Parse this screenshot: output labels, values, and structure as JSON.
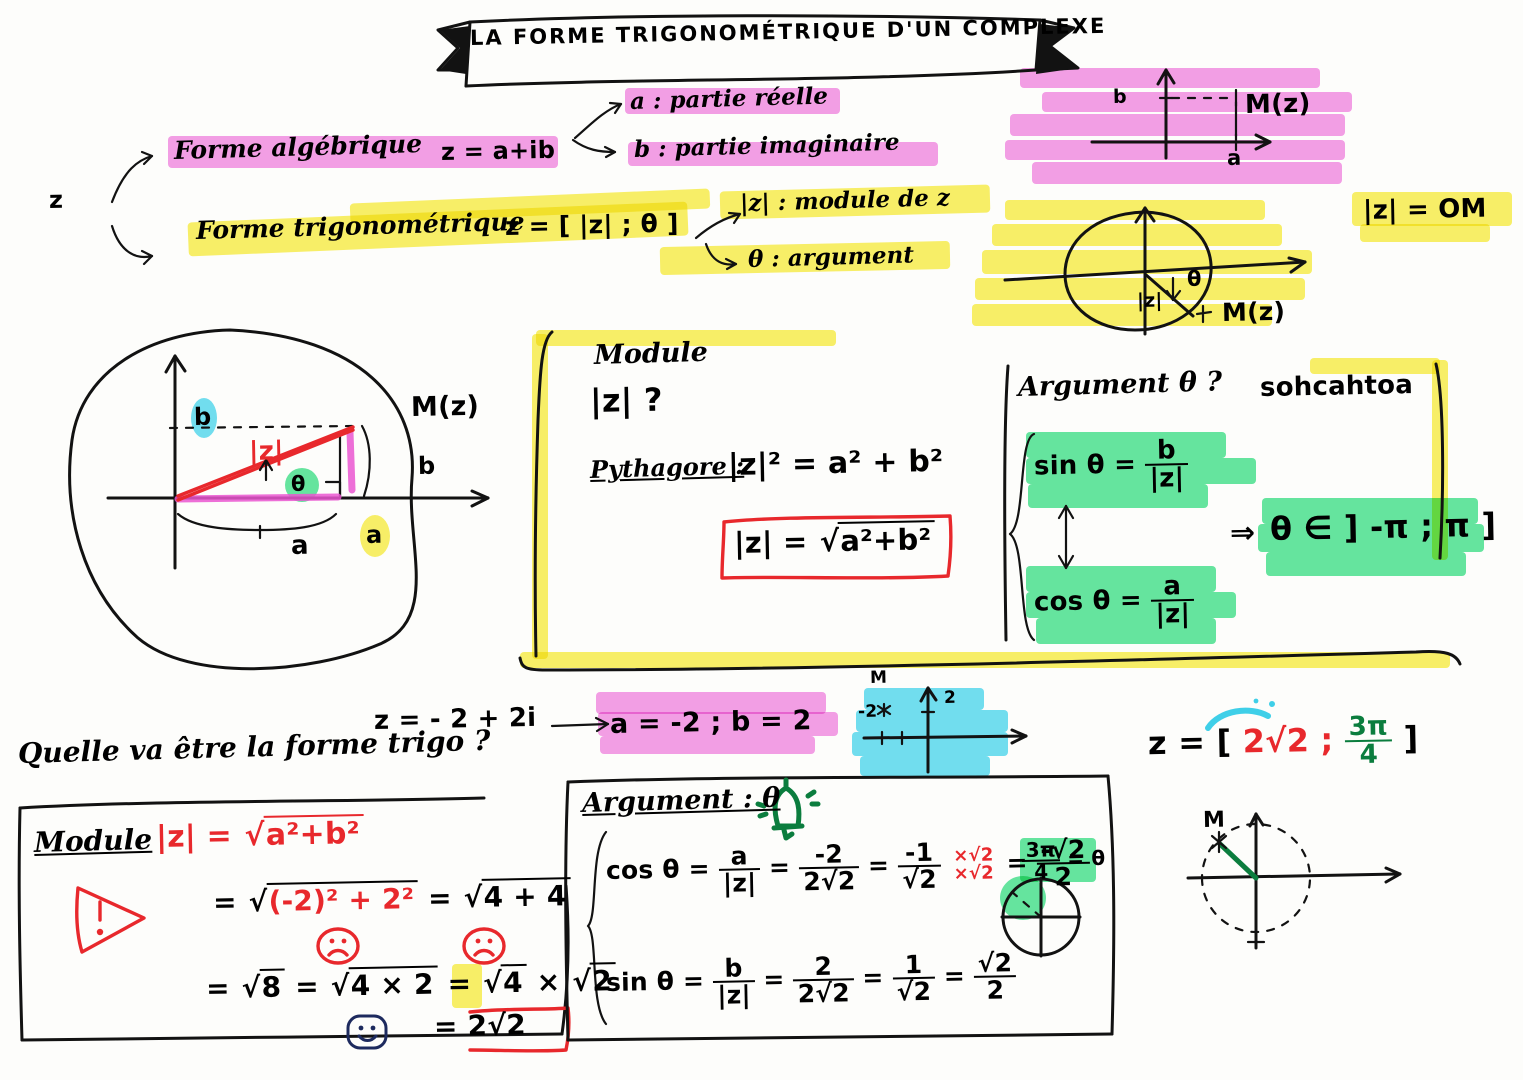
{
  "page": {
    "title_banner": "LA FORME   TRIGONOMÉTRIQUE   D'UN  COMPLEXE",
    "background_color": "#fdfdfb",
    "ink_color": "#121212",
    "accent_red": "#e8282c",
    "accent_green": "#0b7d3e",
    "highlight_pink": "#f07ae0",
    "highlight_yellow": "#f7ec3e",
    "highlight_green": "#3fe08a",
    "highlight_cyan": "#4fd7ef"
  },
  "forms": {
    "z_label": "z",
    "algebraic_label": "Forme algébrique",
    "algebraic_formula": "z = a+ib",
    "trigonometric_label": "Forme trigonométrique",
    "trigonometric_formula": "z = [ |z| ; θ ]",
    "note_a": "a : partie réelle",
    "note_b": "b : partie imaginaire",
    "note_modulus": "|z| : module de z",
    "note_argument": "θ : argument"
  },
  "top_right": {
    "point_label": "M(z)",
    "axis_b": "b",
    "axis_a": "a",
    "circle_point_label": "M(z)",
    "circle_theta": "θ",
    "circle_modulus": "|z|",
    "om_identity": "|z| = OM"
  },
  "left_diagram": {
    "point_label": "M(z)",
    "modulus_label": "|z|",
    "theta_label": "θ",
    "b_axis_label": "b",
    "b_side_label": "b",
    "a_brace_label": "a",
    "a_highlight_label": "a"
  },
  "module_box": {
    "title": "Module",
    "question": "|z| ?",
    "method": "Pythagore :",
    "squared_equation": "|z|² = a² + b²",
    "result_left": "|z| =",
    "result_radicand": "a²+b²"
  },
  "argument_box": {
    "title": "Argument θ ?",
    "mnemonic": "sohcahtoa",
    "sin_left": "sin θ =",
    "sin_num": "b",
    "sin_den": "|z|",
    "cos_left": "cos θ =",
    "cos_num": "a",
    "cos_den": "|z|",
    "implies": "⇒",
    "interval": "θ ∈ ] -π ; π ]"
  },
  "exercise": {
    "question": "Quelle va être la forme trigo ?",
    "given": "z = - 2 + 2i",
    "parts": "a = -2 ;   b = 2",
    "plot_labels": {
      "point": "M",
      "x_tick": "-2",
      "y_tick": "2"
    }
  },
  "module_work": {
    "title": "Module",
    "formula_left": "|z| =",
    "formula_radicand": "a²+b²",
    "line1_left": "=",
    "line1_rad1": "(-2)² + 2²",
    "line1_eq": "=",
    "line1_rad2": "4 + 4",
    "line2_left": "=",
    "line2_rad1": "8",
    "line2_eq1": "=",
    "line2_rad2": "4 × 2",
    "line2_eq2": "=",
    "line2_rad3": "4",
    "line2_times": "×",
    "line2_rad4": "2",
    "final_left": "=",
    "final_value": "2√2",
    "warning_icon": "warning-triangle-icon",
    "sad_face_1": "sad-face-icon",
    "sad_face_2": "sad-face-icon",
    "happy_face": "happy-face-icon"
  },
  "argument_work": {
    "title": "Argument : θ",
    "bell_icon": "bell-icon",
    "cos_line": {
      "left": "cos θ =",
      "f1_num": "a",
      "f1_den": "|z|",
      "eq1": "=",
      "f2_num": "-2",
      "f2_den": "2√2",
      "eq2": "=",
      "f3_num": "-1",
      "f3_den": "√2",
      "mult_num": "×√2",
      "mult_den": "×√2",
      "eq3": "=",
      "f4_num": "-√2",
      "f4_den": "2"
    },
    "sin_line": {
      "left": "sin θ =",
      "f1_num": "b",
      "f1_den": "|z|",
      "eq1": "=",
      "f2_num": "2",
      "f2_den": "2√2",
      "eq2": "=",
      "f3_num": "1",
      "f3_den": "√2",
      "eq3": "=",
      "f4_num": "√2",
      "f4_den": "2"
    },
    "theta_result_num": "3π",
    "theta_result_den": "4",
    "theta_result_eq": "= θ"
  },
  "answer": {
    "prefix": "z =",
    "modulus": "2√2",
    "separator": ";",
    "arg_num": "3π",
    "arg_den": "4",
    "plot_point_label": "M"
  }
}
